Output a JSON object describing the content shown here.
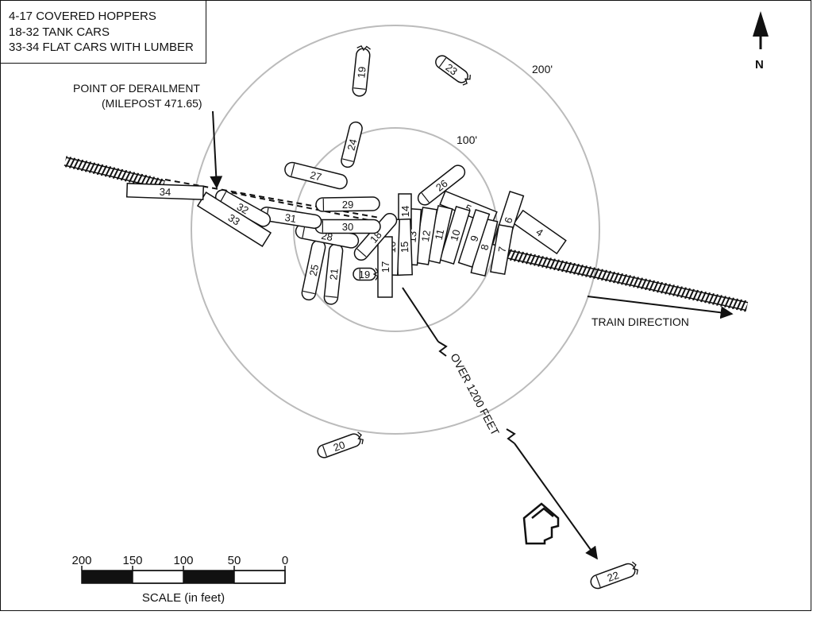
{
  "legend": {
    "lines": [
      "4-17  COVERED HOPPERS",
      "18-32 TANK CARS",
      "33-34 FLAT CARS WITH LUMBER"
    ]
  },
  "derailment": {
    "line1": "POINT OF DERAILMENT",
    "line2": "(MILEPOST 471.65)"
  },
  "rings": {
    "inner": "100'",
    "outer": "200'"
  },
  "north": "N",
  "train_direction": "TRAIN DIRECTION",
  "distance_note": "OVER 1200 FEET",
  "scale": {
    "labels": [
      "200",
      "150",
      "100",
      "50",
      "0"
    ],
    "title": "SCALE (in feet)"
  },
  "cars": [
    {
      "label": "4",
      "kind": "hopper"
    },
    {
      "label": "5",
      "kind": "hopper"
    },
    {
      "label": "6",
      "kind": "hopper"
    },
    {
      "label": "7",
      "kind": "hopper"
    },
    {
      "label": "8",
      "kind": "hopper"
    },
    {
      "label": "9",
      "kind": "hopper"
    },
    {
      "label": "10",
      "kind": "hopper"
    },
    {
      "label": "11",
      "kind": "hopper"
    },
    {
      "label": "12",
      "kind": "hopper"
    },
    {
      "label": "13",
      "kind": "hopper"
    },
    {
      "label": "14",
      "kind": "hopper"
    },
    {
      "label": "15",
      "kind": "hopper"
    },
    {
      "label": "16",
      "kind": "hopper"
    },
    {
      "label": "17",
      "kind": "hopper"
    },
    {
      "label": "18",
      "kind": "tank"
    },
    {
      "label": "19",
      "kind": "tank"
    },
    {
      "label": "19",
      "kind": "tank"
    },
    {
      "label": "20",
      "kind": "tank"
    },
    {
      "label": "21",
      "kind": "tank"
    },
    {
      "label": "22",
      "kind": "tank"
    },
    {
      "label": "23",
      "kind": "tank"
    },
    {
      "label": "24",
      "kind": "tank"
    },
    {
      "label": "25",
      "kind": "tank"
    },
    {
      "label": "26",
      "kind": "tank"
    },
    {
      "label": "27",
      "kind": "tank"
    },
    {
      "label": "28",
      "kind": "tank"
    },
    {
      "label": "29",
      "kind": "tank"
    },
    {
      "label": "30",
      "kind": "tank"
    },
    {
      "label": "31",
      "kind": "tank"
    },
    {
      "label": "32",
      "kind": "tank"
    },
    {
      "label": "33",
      "kind": "flat"
    },
    {
      "label": "34",
      "kind": "flat"
    }
  ]
}
